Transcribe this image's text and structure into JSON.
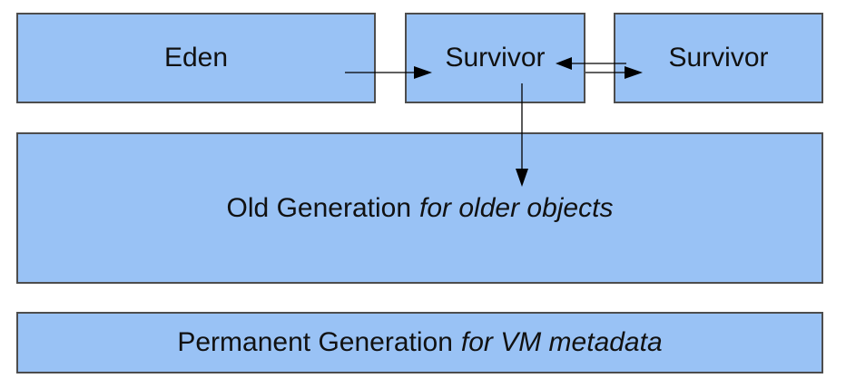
{
  "boxes": {
    "eden": {
      "label": "Eden"
    },
    "survivor_a": {
      "label": "Survivor"
    },
    "survivor_b": {
      "label": "Survivor"
    },
    "old_generation": {
      "label": "Old Generation",
      "qualifier": "for older objects"
    },
    "permanent_generation": {
      "label": "Permanent Generation",
      "qualifier": "for VM metadata"
    }
  },
  "colors": {
    "box_fill": "#99c2f5",
    "box_border": "#4d4d4d",
    "text": "#111111",
    "connector": "#000000"
  }
}
